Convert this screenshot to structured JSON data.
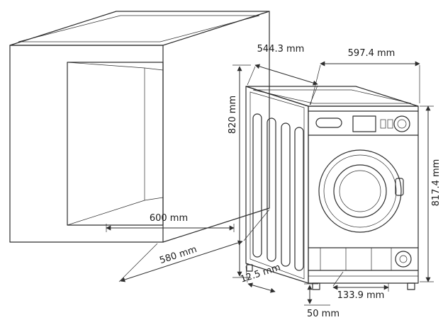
{
  "diagram": {
    "description": "Built-in washing machine installation dimensions drawing",
    "cabinet": {
      "niche_depth_label": "600 mm",
      "niche_bottom_label": "580 mm",
      "niche_height_label": "820 mm"
    },
    "machine": {
      "top_depth_label": "544.3 mm",
      "width_label": "597.4 mm",
      "height_label": "817.4 mm",
      "side_gap_label": "12.5 mm",
      "base_recess_label": "133.9 mm",
      "floor_clearance_label": "50 mm"
    },
    "colors": {
      "line": "#2e2e2e",
      "text": "#1b1b1b",
      "background": "#ffffff"
    }
  }
}
